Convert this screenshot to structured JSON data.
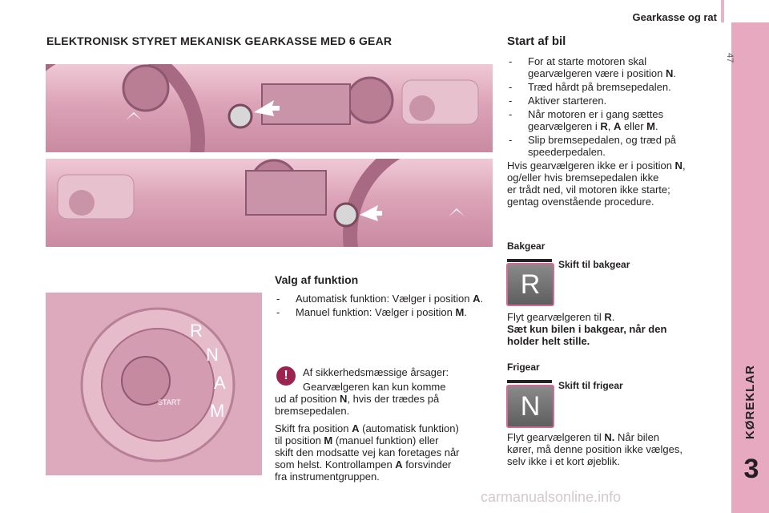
{
  "header": {
    "title": "Gearkasse og rat",
    "page_number": "47"
  },
  "sidebar": {
    "label": "KØREKLAR",
    "chapter": "3"
  },
  "main_title": "ELEKTRONISK STYRET MEKANISK GEARKASSE MED 6 GEAR",
  "valg": {
    "title": "Valg af funktion",
    "items": [
      {
        "pre": "Automatisk funktion: Vælger i position ",
        "bold": "A",
        "post": "."
      },
      {
        "pre": "Manuel funktion: Vælger i position ",
        "bold": "M",
        "post": "."
      }
    ],
    "warn_icon": "!",
    "warn_line1": "Af sikkerhedsmæssige årsager:",
    "warn_line2": "Gearvælgeren kan kun komme",
    "warn_line3_pre": "ud af position ",
    "warn_line3_bold": "N",
    "warn_line3_post": ", hvis der trædes på",
    "warn_line4": "bremsepedalen.",
    "skift_pre": "Skift fra position ",
    "skift_a": "A",
    "skift_mid1": " (automatisk funktion)",
    "skift_line2_pre": "til position ",
    "skift_m": "M",
    "skift_mid2": " (manuel funktion) eller",
    "skift_line3": "skift den modsatte vej kan foretages når",
    "skift_line4_pre": "som helst. Kontrollampen ",
    "skift_a2": "A",
    "skift_line4_post": " forsvinder",
    "skift_line5": "fra instrumentgruppen."
  },
  "start": {
    "title": "Start af bil",
    "items": [
      {
        "l1": "For at starte motoren skal",
        "l2_pre": "gearvælgeren være i position ",
        "l2_bold": "N",
        "l2_post": "."
      },
      {
        "l1": "Træd hårdt på bremsepedalen."
      },
      {
        "l1": "Aktiver starteren."
      },
      {
        "l1": "Når motoren er i gang sættes",
        "l2_pre": "gearvælgeren i ",
        "l2_bold": "R",
        "l2_mid": ", ",
        "l2_bold2": "A",
        "l2_mid2": " eller ",
        "l2_bold3": "M",
        "l2_post": "."
      },
      {
        "l1": "Slip bremsepedalen, og træd på",
        "l2_pre": "speederpedalen."
      }
    ],
    "para_l1_pre": "Hvis gearvælgeren ikke er i position ",
    "para_l1_bold": "N",
    "para_l1_post": ",",
    "para_l2": "og/eller hvis bremsepedalen ikke",
    "para_l3": "er trådt ned, vil motoren ikke starte;",
    "para_l4": "gentag ovenstående procedure."
  },
  "bakgear": {
    "title": "Bakgear",
    "tile_label": "Skift til bakgear",
    "tile_letter": "R",
    "text_pre": "Flyt gearvælgeren til ",
    "text_bold": "R",
    "text_post": ".",
    "warn_l1": "Sæt kun bilen i bakgear, når den",
    "warn_l2": "holder helt stille."
  },
  "frigear": {
    "title": "Frigear",
    "tile_label": "Skift til frigear",
    "tile_letter": "N",
    "text_l1_pre": "Flyt gearvælgeren til ",
    "text_l1_bold": "N.",
    "text_l1_post": " Når bilen",
    "text_l2": "kører, må denne position ikke vælges,",
    "text_l3": "selv ikke i et kort øjeblik."
  },
  "dial": {
    "letters": [
      "R",
      "N",
      "A",
      "M"
    ],
    "start_label": "START"
  },
  "watermark": "carmanualsonline.info",
  "colors": {
    "accent": "#e6a9c0",
    "illustration": "#dca3b7",
    "warn_icon": "#9b2350"
  }
}
